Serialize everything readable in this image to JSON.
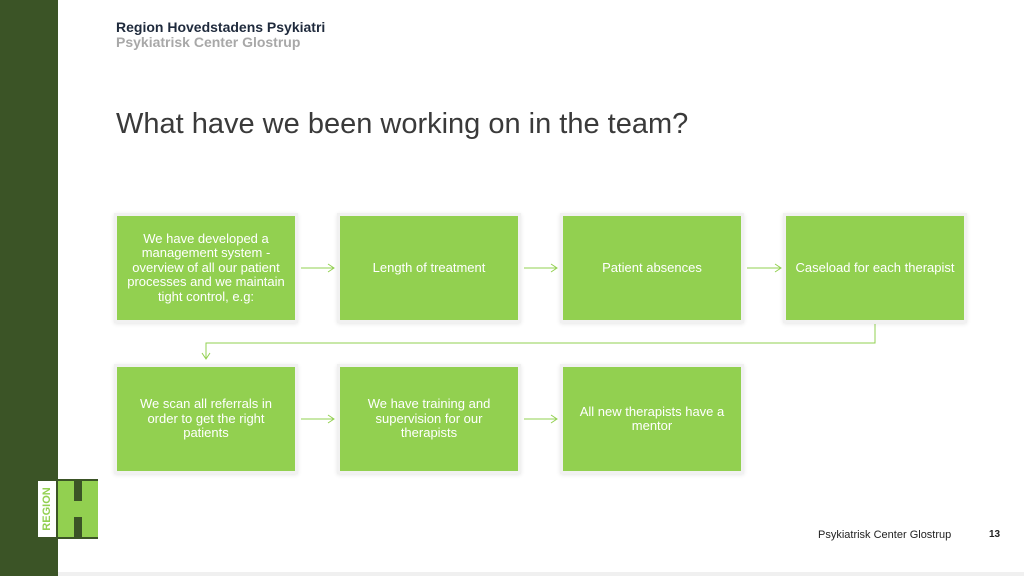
{
  "header": {
    "organization": "Region Hovedstadens Psykiatri",
    "center": "Psykiatrisk Center Glostrup"
  },
  "slide": {
    "title": "What have we been working on in the team?"
  },
  "flow": {
    "row1": [
      "We have developed a management system - overview of all our patient processes and we maintain tight control, e.g:",
      "Length of treatment",
      "Patient absences",
      "Caseload for each therapist"
    ],
    "row2": [
      "We scan all referrals in order to get the right patients",
      "We have training and supervision for our therapists",
      "All new therapists have a mentor"
    ]
  },
  "logo": {
    "text": "REGION",
    "color": "#92d050"
  },
  "footer": {
    "center": "Psykiatrisk Center Glostrup",
    "page_number": "13"
  },
  "colors": {
    "sidebar": "#3b5426",
    "box_fill": "#92d050",
    "connector": "#92d050"
  }
}
